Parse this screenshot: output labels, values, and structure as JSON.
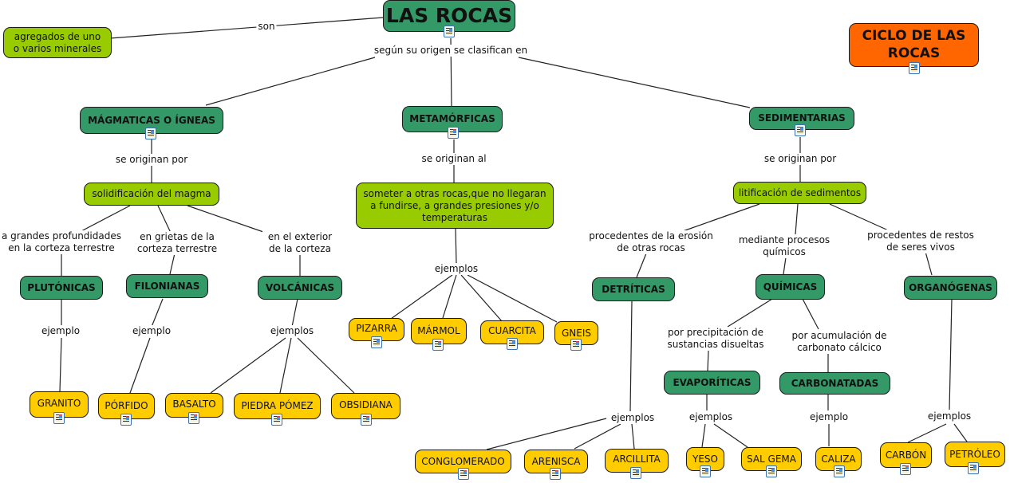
{
  "map": {
    "title": "LAS ROCAS",
    "cycle": "CICLO DE LAS ROCAS",
    "definition": "agregados de uno o varios minerales",
    "link_son": "son",
    "link_classify": "según su origen se clasifican en",
    "branches": {
      "igneous": {
        "label": "MÁGMATICAS O ÍGNEAS",
        "link_origin": "se originan por",
        "origin": "solidificación del magma",
        "link_deep": "a grandes profundidades en la corteza terrestre",
        "link_cracks": "en grietas de la corteza terrestre",
        "link_exterior": "en el exterior de la corteza",
        "plutonic": "PLUTÓNICAS",
        "filonian": "FILONIANAS",
        "volcanic": "VOLCÁNICAS",
        "link_example_1": "ejemplo",
        "link_example_2": "ejemplo",
        "link_examples_3": "ejemplos",
        "examples": {
          "granito": "GRANITO",
          "porfido": "PÓRFIDO",
          "basalto": "BASALTO",
          "piedra_pomez": "PIEDRA PÓMEZ",
          "obsidiana": "OBSIDIANA"
        }
      },
      "metamorphic": {
        "label": "METAMÓRFICAS",
        "link_origin": "se originan al",
        "origin": "someter a otras rocas,que no llegaran a fundirse, a grandes presiones y/o temperaturas",
        "link_examples": "ejemplos",
        "examples": {
          "pizarra": "PIZARRA",
          "marmol": "MÁRMOL",
          "cuarcita": "CUARCITA",
          "gneis": "GNEIS"
        }
      },
      "sedimentary": {
        "label": "SEDIMENTARIAS",
        "link_origin": "se originan por",
        "origin": "litificación de sedimentos",
        "link_erosion": "procedentes de la erosión de otras rocas",
        "link_chemical": "mediante procesos químicos",
        "link_organic": "procedentes de restos de seres vivos",
        "detritic": "DETRÍTICAS",
        "chemical": "QUÍMICAS",
        "organogenic": "ORGANÓGENAS",
        "link_precip": "por precipitación de sustancias disueltas",
        "link_accum": "por acumulación de carbonato cálcico",
        "evaporitic": "EVAPORÍTICAS",
        "carbonated": "CARBONATADAS",
        "link_ex_detritic": "ejemplos",
        "link_ex_evap": "ejemplos",
        "link_ex_carb": "ejemplo",
        "link_ex_org": "ejemplos",
        "examples": {
          "conglomerado": "CONGLOMERADO",
          "arenisca": "ARENISCA",
          "arcillita": "ARCILLITA",
          "yeso": "YESO",
          "sal_gema": "SAL GEMA",
          "caliza": "CALIZA",
          "carbon": "CARBÓN",
          "petroleo": "PETRÓLEO"
        }
      }
    },
    "resource_icon": "resource-document-image-icon"
  },
  "colors": {
    "concept_dark": "#339966",
    "concept_lime": "#99cc00",
    "example_gold": "#ffcc00",
    "cycle_orange": "#ff6600"
  }
}
